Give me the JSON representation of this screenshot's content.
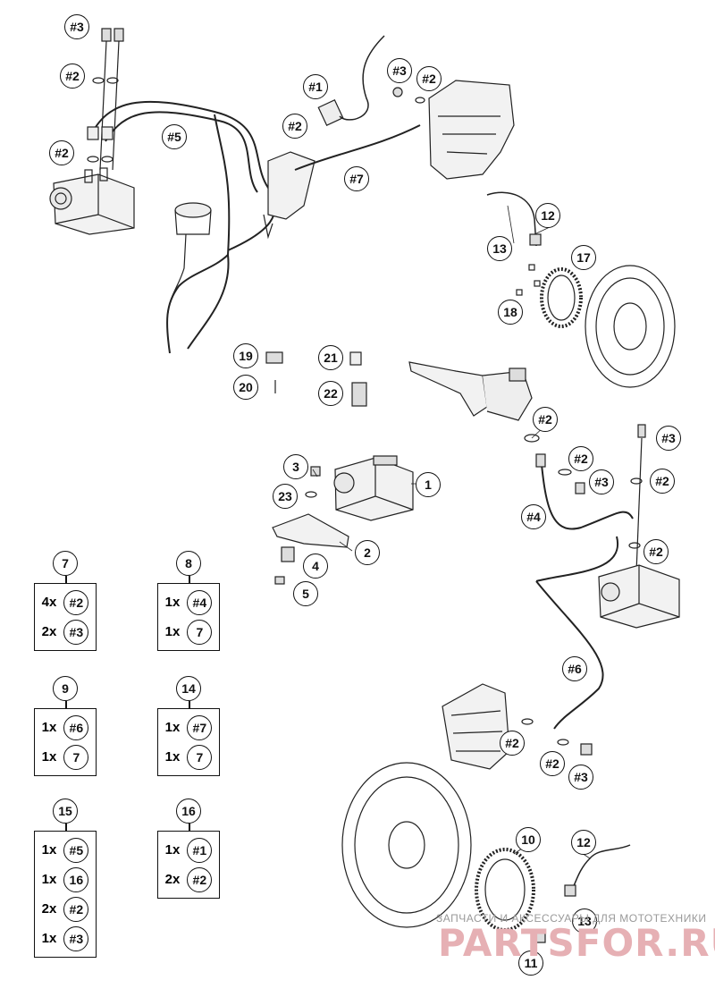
{
  "labels": [
    {
      "id": "h3a",
      "text": "#3"
    },
    {
      "id": "h2a",
      "text": "#2"
    },
    {
      "id": "h2b",
      "text": "#2"
    },
    {
      "id": "h5",
      "text": "#5"
    },
    {
      "id": "h1",
      "text": "#1"
    },
    {
      "id": "h2c",
      "text": "#2"
    },
    {
      "id": "h3b",
      "text": "#3"
    },
    {
      "id": "h2d",
      "text": "#2"
    },
    {
      "id": "h7",
      "text": "#7"
    },
    {
      "id": "n12a",
      "text": "12"
    },
    {
      "id": "n13a",
      "text": "13"
    },
    {
      "id": "n17",
      "text": "17"
    },
    {
      "id": "n18",
      "text": "18"
    },
    {
      "id": "n19",
      "text": "19"
    },
    {
      "id": "n20",
      "text": "20"
    },
    {
      "id": "n21",
      "text": "21"
    },
    {
      "id": "n22",
      "text": "22"
    },
    {
      "id": "h2e",
      "text": "#2"
    },
    {
      "id": "h3c",
      "text": "#3"
    },
    {
      "id": "h2f",
      "text": "#2"
    },
    {
      "id": "h3d",
      "text": "#3"
    },
    {
      "id": "h2g",
      "text": "#2"
    },
    {
      "id": "h2h",
      "text": "#2"
    },
    {
      "id": "n3",
      "text": "3"
    },
    {
      "id": "n1",
      "text": "1"
    },
    {
      "id": "n23",
      "text": "23"
    },
    {
      "id": "n2",
      "text": "2"
    },
    {
      "id": "n4",
      "text": "4"
    },
    {
      "id": "n5",
      "text": "5"
    },
    {
      "id": "h4",
      "text": "#4"
    },
    {
      "id": "h6",
      "text": "#6"
    },
    {
      "id": "h2i",
      "text": "#2"
    },
    {
      "id": "h2j",
      "text": "#2"
    },
    {
      "id": "h3e",
      "text": "#3"
    },
    {
      "id": "n10",
      "text": "10"
    },
    {
      "id": "n12b",
      "text": "12"
    },
    {
      "id": "n13b",
      "text": "13"
    },
    {
      "id": "n11",
      "text": "11"
    }
  ],
  "kits": [
    {
      "number": "7",
      "rows": [
        {
          "qty": "4x",
          "ref": "#2"
        },
        {
          "qty": "2x",
          "ref": "#3"
        }
      ]
    },
    {
      "number": "8",
      "rows": [
        {
          "qty": "1x",
          "ref": "#4"
        },
        {
          "qty": "1x",
          "ref": "7"
        }
      ]
    },
    {
      "number": "9",
      "rows": [
        {
          "qty": "1x",
          "ref": "#6"
        },
        {
          "qty": "1x",
          "ref": "7"
        }
      ]
    },
    {
      "number": "14",
      "rows": [
        {
          "qty": "1x",
          "ref": "#7"
        },
        {
          "qty": "1x",
          "ref": "7"
        }
      ]
    },
    {
      "number": "15",
      "rows": [
        {
          "qty": "1x",
          "ref": "#5"
        },
        {
          "qty": "1x",
          "ref": "16"
        },
        {
          "qty": "2x",
          "ref": "#2"
        },
        {
          "qty": "1x",
          "ref": "#3"
        }
      ]
    },
    {
      "number": "16",
      "rows": [
        {
          "qty": "1x",
          "ref": "#1"
        },
        {
          "qty": "2x",
          "ref": "#2"
        }
      ]
    }
  ],
  "watermark": {
    "line1": "ЗАПЧАСТИ И АКСЕССУАРЫ ДЛЯ МОТОТЕХНИКИ",
    "line2": "PARTSFOR.RU"
  }
}
